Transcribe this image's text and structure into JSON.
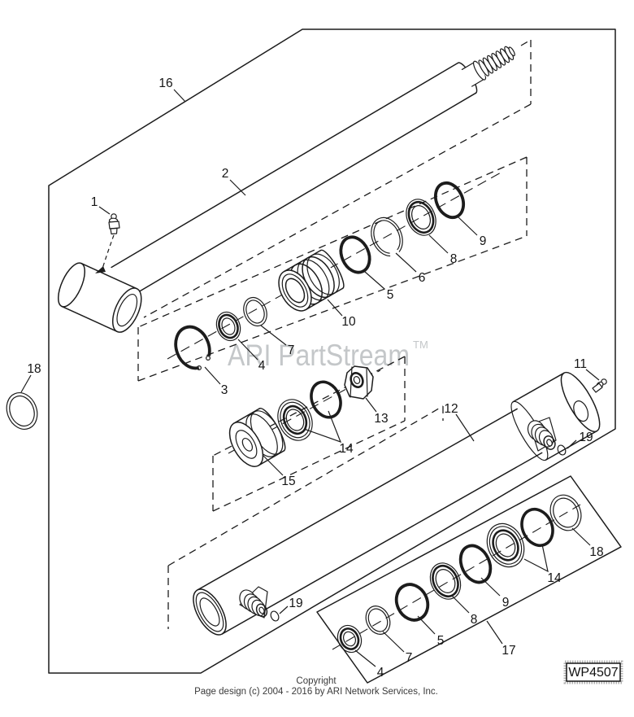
{
  "watermark": {
    "text": "ARI PartStream",
    "tm": "TM"
  },
  "plate": {
    "code": "WP4507"
  },
  "footer": {
    "line1": "Copyright",
    "line2": "Page design (c) 2004 - 2016 by ARI Network Services, Inc."
  },
  "colors": {
    "line": "#1c1c1c",
    "watermark": "#c4c7c9",
    "footer_text": "#3a3a3a",
    "background": "#ffffff"
  },
  "callouts": [
    {
      "label": "16"
    },
    {
      "label": "1"
    },
    {
      "label": "2"
    },
    {
      "label": "3"
    },
    {
      "label": "4"
    },
    {
      "label": "7"
    },
    {
      "label": "10"
    },
    {
      "label": "5"
    },
    {
      "label": "6"
    },
    {
      "label": "8"
    },
    {
      "label": "9"
    },
    {
      "label": "13"
    },
    {
      "label": "14"
    },
    {
      "label": "15"
    },
    {
      "label": "18"
    },
    {
      "label": "11"
    },
    {
      "label": "12"
    },
    {
      "label": "19"
    },
    {
      "label": "19"
    },
    {
      "label": "4"
    },
    {
      "label": "7"
    },
    {
      "label": "5"
    },
    {
      "label": "8"
    },
    {
      "label": "9"
    },
    {
      "label": "14"
    },
    {
      "label": "18"
    },
    {
      "label": "17"
    }
  ]
}
